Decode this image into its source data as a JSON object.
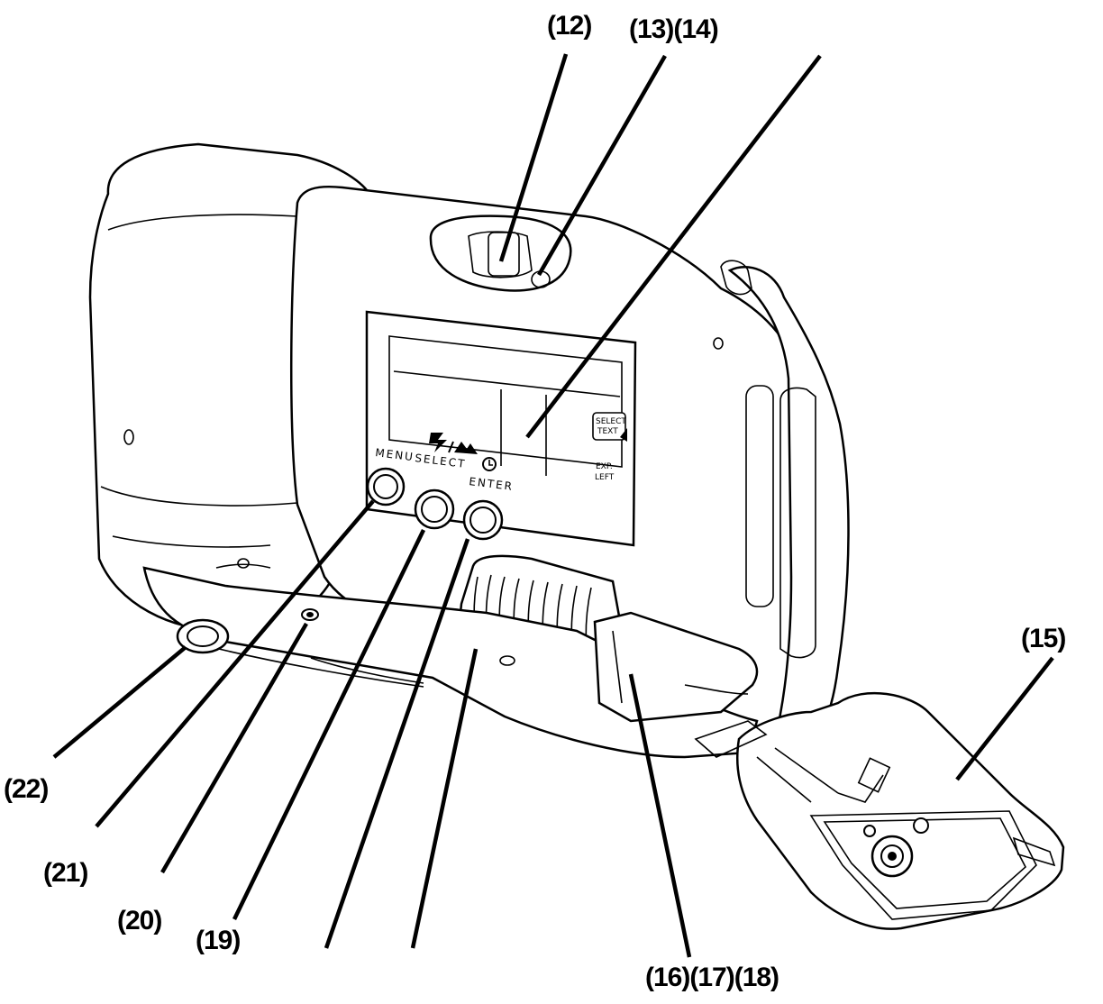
{
  "callouts": {
    "c12": "(12)",
    "c13_14": "(13)(14)",
    "c15": "(15)",
    "c16_17_18": "(16)(17)(18)",
    "c19": "(19)",
    "c20": "(20)",
    "c21": "(21)",
    "c22": "(22)"
  },
  "panel": {
    "menu": "MENU",
    "select": "SELECT",
    "enter": "ENTER",
    "exp_left_1": "EXP.",
    "exp_left_2": "LEFT",
    "select_text_1": "SELECT",
    "select_text_2": "TEXT"
  },
  "icons": {
    "flash_mode": "flash-landscape-icon",
    "timer": "self-timer-icon"
  }
}
